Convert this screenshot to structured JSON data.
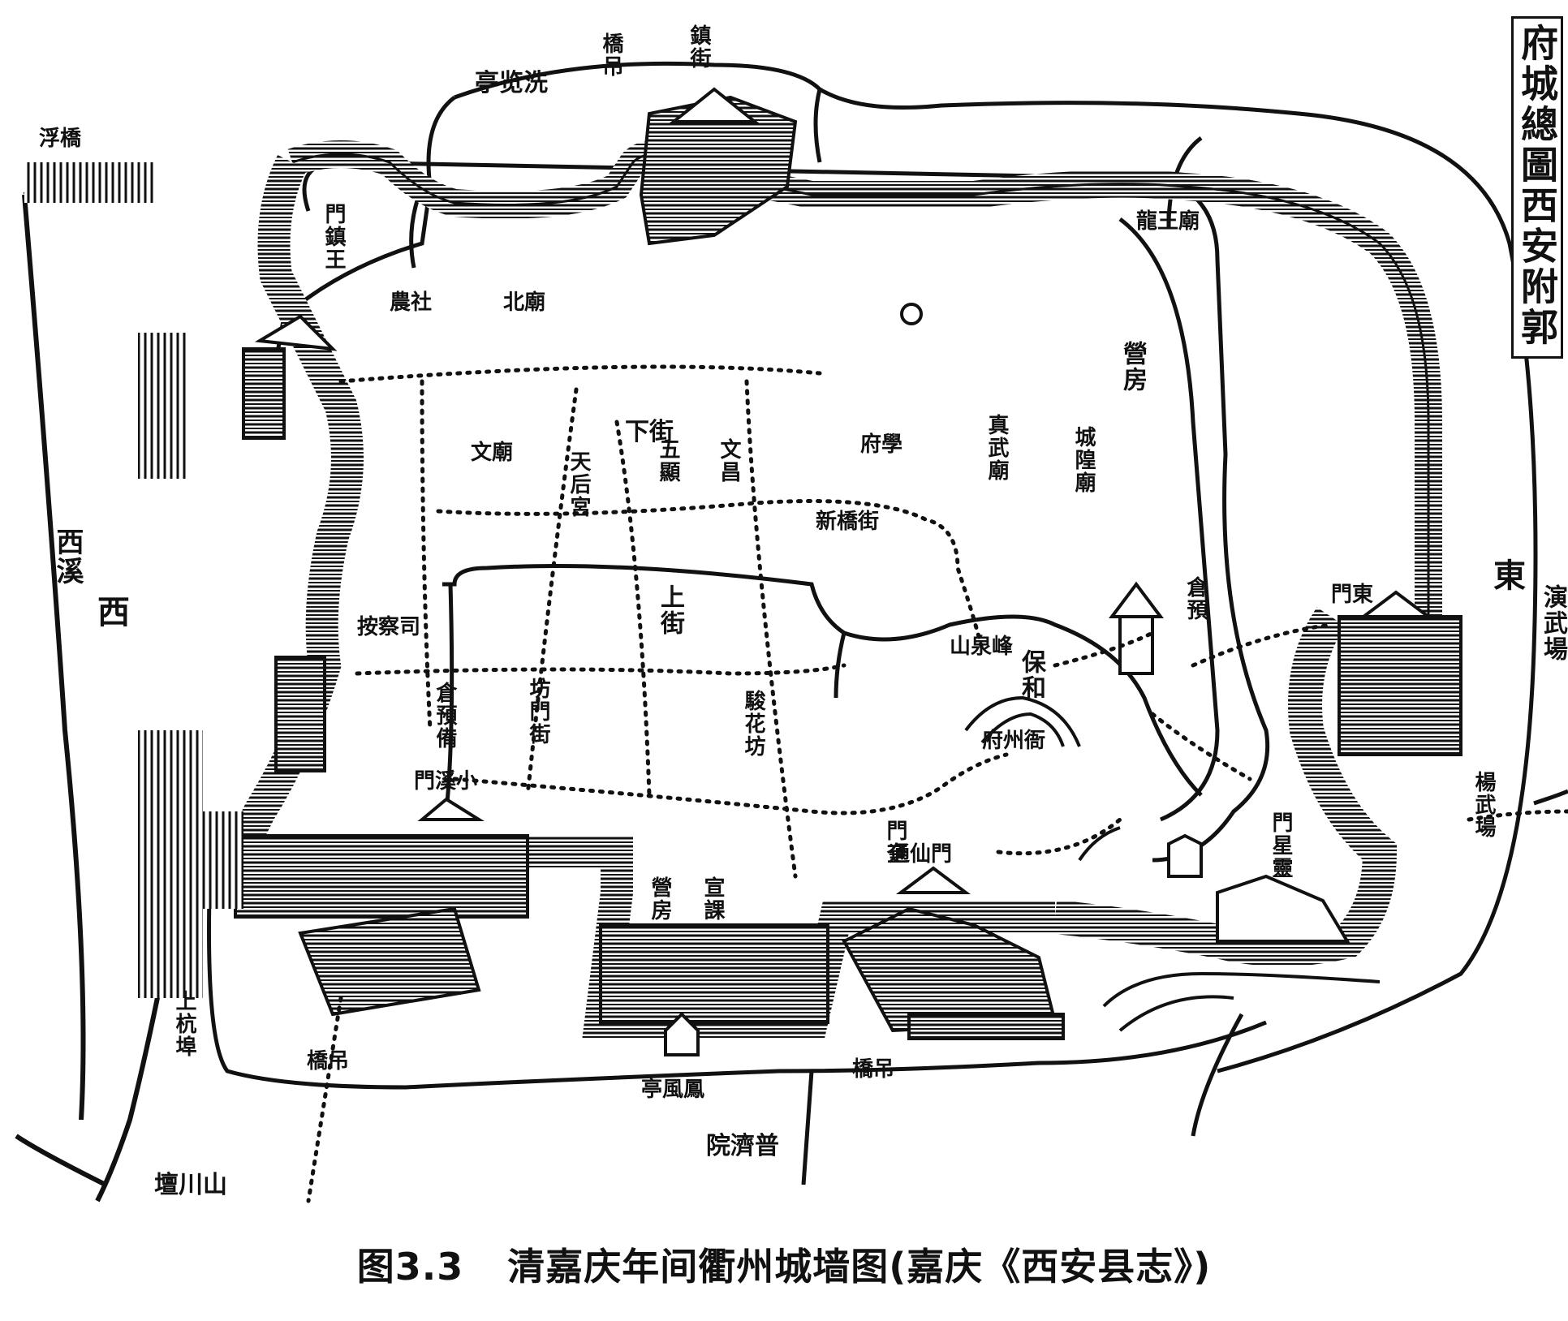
{
  "map": {
    "title_block": "府城總圖西安附郭",
    "labels": {
      "xi_label": "西",
      "xi_xi": "西溪",
      "dong_label": "東",
      "yanwuchang": "演武場",
      "fuyi": "浮橋",
      "xiaotai": "亭览洗",
      "diaoqiao_n": "橋吊",
      "fu_xue": "府學",
      "yamen": "府州衙",
      "shang_jie": "上街",
      "fang_men_jie": "坊門街",
      "jun_hua_fang": "駿花坊",
      "xin_qiao": "新橋街",
      "bao_he": "保和",
      "ying_fang_e": "營房",
      "ying_fang_sw": "營房",
      "wang_men": "門鎮王",
      "diaoqiao_s1": "橋吊",
      "diaoqiao_s2": "橋吊",
      "ting_feng": "亭風鳳",
      "fei_ji_yuan": "院濟普",
      "qiong_shan": "壇川山",
      "shang_hang": "上杭埠",
      "dong_chang": "楊武場",
      "xiaoximen": "門溪小",
      "tong_xian": "通仙門",
      "cheng_huang": "城隍廟",
      "zhen_wu": "真武廟",
      "lingxing": "門星靈",
      "xian_shan": "山泉峰",
      "fu_ku": "倉預備",
      "an_cha": "按察司",
      "dong_men": "門東",
      "kui_men": "門奎",
      "long_wang": "龍王廟",
      "yu_ying": "倉預",
      "xi_wu": "五顯",
      "wen_chang": "文昌",
      "tian_hou": "天后宮",
      "xia_jie": "下街",
      "shi_xu": "宣課",
      "zhen_jie": "鎮街",
      "bei_zhu": "北廟",
      "nong_fang": "農社",
      "wen_miao": "文廟"
    }
  },
  "caption": {
    "figure_number": "图3.3",
    "text": "清嘉庆年间衢州城墙图(嘉庆《西安县志》)"
  }
}
